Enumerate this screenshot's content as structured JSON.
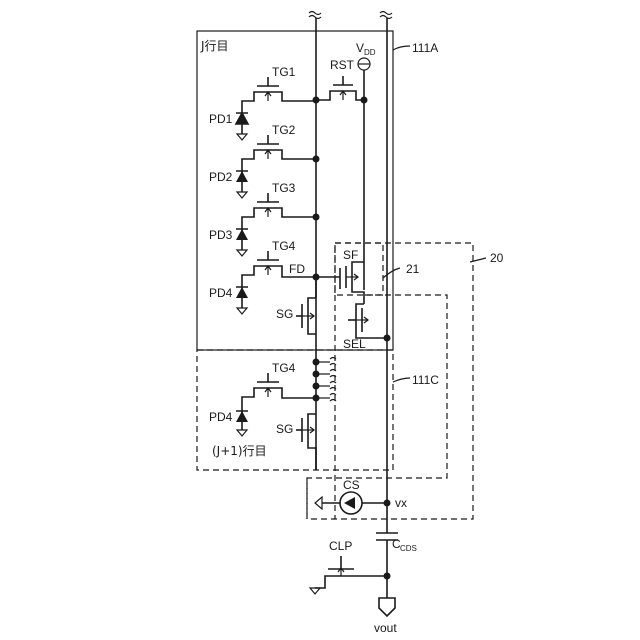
{
  "labels": {
    "row_j": "J行目",
    "row_j1": "(J+1)行目",
    "vdd": "V",
    "vdd_sub": "DD",
    "rst": "RST",
    "ref_111a": "111A",
    "ref_111c": "111C",
    "ref_20": "20",
    "ref_21": "21",
    "tg1": "TG1",
    "tg2": "TG2",
    "tg3": "TG3",
    "tg4": "TG4",
    "tg4_lower": "TG4",
    "pd1": "PD1",
    "pd2": "PD2",
    "pd3": "PD3",
    "pd4": "PD4",
    "pd4_lower": "PD4",
    "fd": "FD",
    "sf": "SF",
    "sg": "SG",
    "sg_lower": "SG",
    "sel": "SEL",
    "cs": "CS",
    "vx": "vx",
    "ccds": "C",
    "ccds_sub": "CDS",
    "clp": "CLP",
    "vout": "vout"
  },
  "colors": {
    "line": "#1a1a1a",
    "background": "#ffffff"
  }
}
